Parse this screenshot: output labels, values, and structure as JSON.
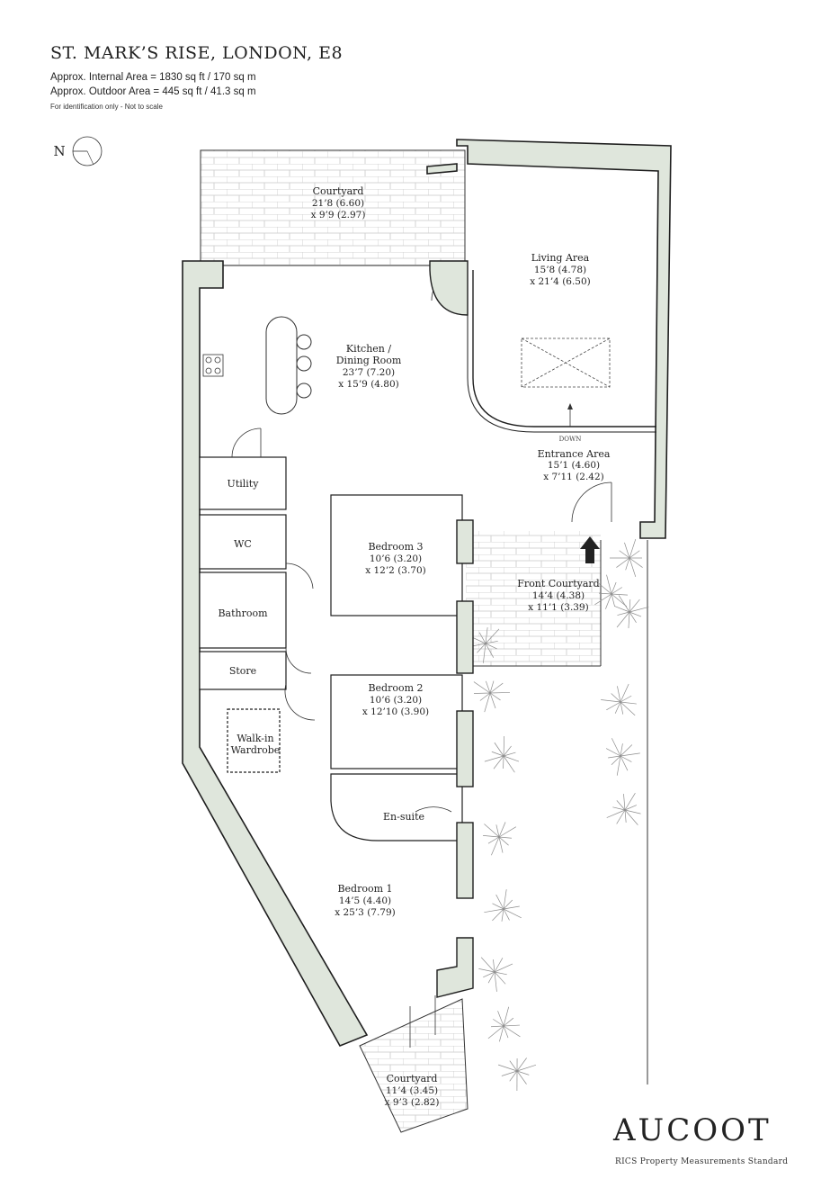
{
  "header": {
    "title": "ST. MARK’S RISE, LONDON, E8",
    "internal_area": "Approx. Internal Area = 1830 sq ft / 170 sq m",
    "outdoor_area": "Approx. Outdoor Area =  445 sq ft / 41.3 sq m",
    "disclaimer": "For identification only - Not to scale"
  },
  "compass": {
    "label": "N"
  },
  "rooms": {
    "courtyard_top": {
      "name": "Courtyard",
      "dim1": "21’8 (6.60)",
      "dim2": "x 9’9 (2.97)"
    },
    "living": {
      "name": "Living Area",
      "dim1": "15’8 (4.78)",
      "dim2": "x 21’4 (6.50)"
    },
    "kitchen": {
      "name": "Kitchen /",
      "name2": "Dining Room",
      "dim1": "23’7 (7.20)",
      "dim2": "x 15’9 (4.80)"
    },
    "entrance": {
      "name": "Entrance Area",
      "dim1": "15’1 (4.60)",
      "dim2": "x 7’11 (2.42)"
    },
    "utility": {
      "name": "Utility"
    },
    "wc": {
      "name": "WC"
    },
    "bedroom3": {
      "name": "Bedroom 3",
      "dim1": "10’6 (3.20)",
      "dim2": "x 12’2 (3.70)"
    },
    "front_courtyard": {
      "name": "Front Courtyard",
      "dim1": "14’4 (4.38)",
      "dim2": "x 11’1 (3.39)"
    },
    "bathroom": {
      "name": "Bathroom"
    },
    "store": {
      "name": "Store"
    },
    "bedroom2": {
      "name": "Bedroom 2",
      "dim1": "10’6 (3.20)",
      "dim2": "x 12’10 (3.90)"
    },
    "wardrobe": {
      "name": "Walk-in",
      "name2": "Wardrobe"
    },
    "ensuite": {
      "name": "En-suite"
    },
    "bedroom1": {
      "name": "Bedroom 1",
      "dim1": "14’5 (4.40)",
      "dim2": "x 25’3 (7.79)"
    },
    "courtyard_bottom": {
      "name": "Courtyard",
      "dim1": "11’4 (3.45)",
      "dim2": "x 9’3 (2.82)"
    }
  },
  "annotations": {
    "down": "DOWN"
  },
  "brand": {
    "name": "AUCOOT",
    "tagline": "RICS Property Measurements Standard"
  },
  "colors": {
    "wall_fill": "#dfe6dc",
    "wall_stroke": "#1e1e1e",
    "line": "#333333",
    "paving": "#bfbfbf",
    "planting": "#9a9a9a"
  }
}
